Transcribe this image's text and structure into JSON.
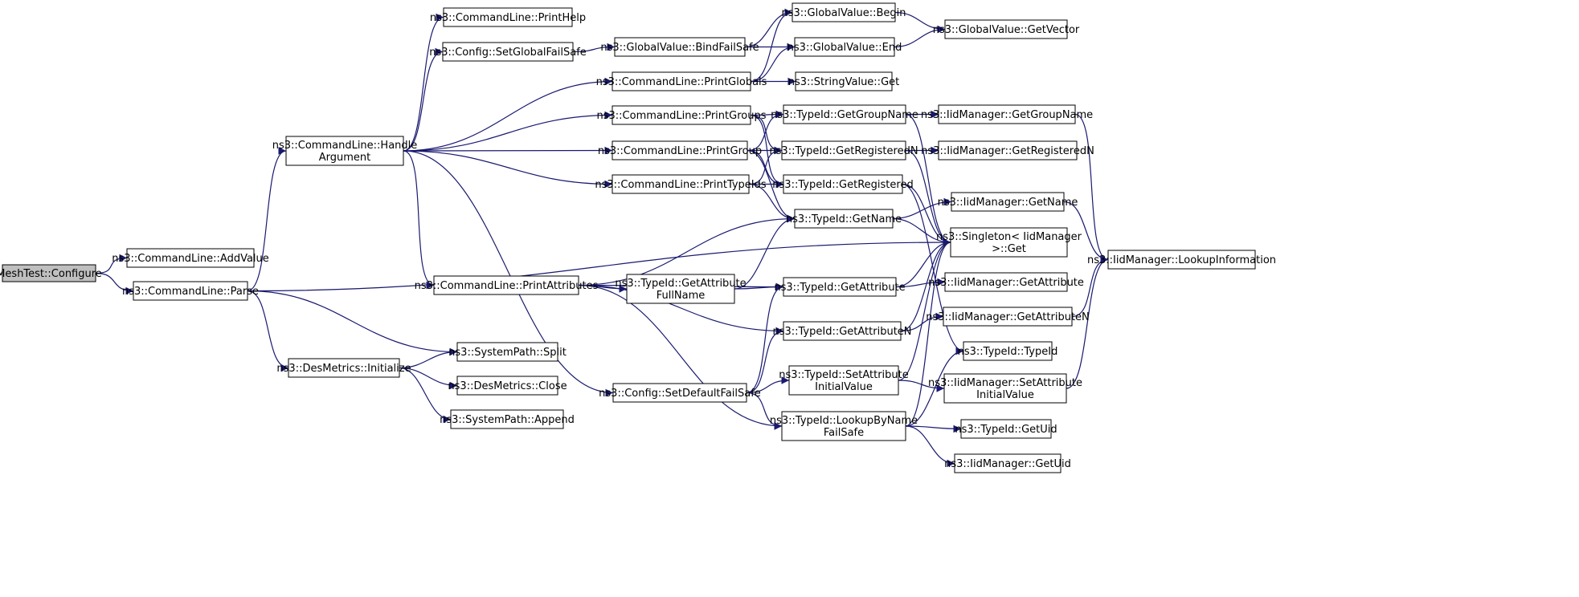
{
  "diagram": {
    "colors": {
      "edge": "#191970",
      "root_fill": "#bfbfbf",
      "node_fill": "#ffffff",
      "border": "#000000"
    },
    "nodes": [
      {
        "id": "root",
        "lines": [
          "MeshTest::Configure"
        ]
      },
      {
        "id": "addvalue",
        "lines": [
          "ns3::CommandLine::AddValue"
        ]
      },
      {
        "id": "parse",
        "lines": [
          "ns3::CommandLine::Parse"
        ]
      },
      {
        "id": "handlearg",
        "lines": [
          "ns3::CommandLine::Handle",
          "Argument"
        ]
      },
      {
        "id": "desinit",
        "lines": [
          "ns3::DesMetrics::Initialize"
        ]
      },
      {
        "id": "printhelp",
        "lines": [
          "ns3::CommandLine::PrintHelp"
        ]
      },
      {
        "id": "setglobalfs",
        "lines": [
          "ns3::Config::SetGlobalFailSafe"
        ]
      },
      {
        "id": "printattrs",
        "lines": [
          "ns3::CommandLine::PrintAttributes"
        ]
      },
      {
        "id": "split",
        "lines": [
          "ns3::SystemPath::Split"
        ]
      },
      {
        "id": "desclose",
        "lines": [
          "ns3::DesMetrics::Close"
        ]
      },
      {
        "id": "append",
        "lines": [
          "ns3::SystemPath::Append"
        ]
      },
      {
        "id": "bindfs",
        "lines": [
          "ns3::GlobalValue::BindFailSafe"
        ]
      },
      {
        "id": "printglobals",
        "lines": [
          "ns3::CommandLine::PrintGlobals"
        ]
      },
      {
        "id": "printgroups",
        "lines": [
          "ns3::CommandLine::PrintGroups"
        ]
      },
      {
        "id": "printgroup",
        "lines": [
          "ns3::CommandLine::PrintGroup"
        ]
      },
      {
        "id": "printtypeids",
        "lines": [
          "ns3::CommandLine::PrintTypeIds"
        ]
      },
      {
        "id": "getattrfull",
        "lines": [
          "ns3::TypeId::GetAttribute",
          "FullName"
        ]
      },
      {
        "id": "setdefaultfs",
        "lines": [
          "ns3::Config::SetDefaultFailSafe"
        ]
      },
      {
        "id": "gvbegin",
        "lines": [
          "ns3::GlobalValue::Begin"
        ]
      },
      {
        "id": "gvend",
        "lines": [
          "ns3::GlobalValue::End"
        ]
      },
      {
        "id": "svget",
        "lines": [
          "ns3::StringValue::Get"
        ]
      },
      {
        "id": "getgroupname",
        "lines": [
          "ns3::TypeId::GetGroupName"
        ]
      },
      {
        "id": "getregn",
        "lines": [
          "ns3::TypeId::GetRegisteredN"
        ]
      },
      {
        "id": "getreg",
        "lines": [
          "ns3::TypeId::GetRegistered"
        ]
      },
      {
        "id": "getname",
        "lines": [
          "ns3::TypeId::GetName"
        ]
      },
      {
        "id": "getattr",
        "lines": [
          "ns3::TypeId::GetAttribute"
        ]
      },
      {
        "id": "getattrn",
        "lines": [
          "ns3::TypeId::GetAttributeN"
        ]
      },
      {
        "id": "setattrinit",
        "lines": [
          "ns3::TypeId::SetAttribute",
          "InitialValue"
        ]
      },
      {
        "id": "lookupfs",
        "lines": [
          "ns3::TypeId::LookupByName",
          "FailSafe"
        ]
      },
      {
        "id": "gvgetvector",
        "lines": [
          "ns3::GlobalValue::GetVector"
        ]
      },
      {
        "id": "iid_getgroupname",
        "lines": [
          "ns3::IidManager::GetGroupName"
        ]
      },
      {
        "id": "iid_getregn",
        "lines": [
          "ns3::IidManager::GetRegisteredN"
        ]
      },
      {
        "id": "iid_getname",
        "lines": [
          "ns3::IidManager::GetName"
        ]
      },
      {
        "id": "singleton",
        "lines": [
          "ns3::Singleton< IidManager",
          ">::Get"
        ]
      },
      {
        "id": "iid_getattr",
        "lines": [
          "ns3::IidManager::GetAttribute"
        ]
      },
      {
        "id": "iid_getattrn",
        "lines": [
          "ns3::IidManager::GetAttributeN"
        ]
      },
      {
        "id": "typeid_ctor",
        "lines": [
          "ns3::TypeId::TypeId"
        ]
      },
      {
        "id": "iid_setattrinit",
        "lines": [
          "ns3::IidManager::SetAttribute",
          "InitialValue"
        ]
      },
      {
        "id": "getuid",
        "lines": [
          "ns3::TypeId::GetUid"
        ]
      },
      {
        "id": "iid_getuid",
        "lines": [
          "ns3::IidManager::GetUid"
        ]
      },
      {
        "id": "lookupinfo",
        "lines": [
          "ns3::IidManager::LookupInformation"
        ]
      }
    ],
    "edges": [
      [
        "root",
        "addvalue"
      ],
      [
        "root",
        "parse"
      ],
      [
        "parse",
        "handlearg"
      ],
      [
        "parse",
        "desinit"
      ],
      [
        "parse",
        "split"
      ],
      [
        "parse",
        "singleton"
      ],
      [
        "handlearg",
        "printhelp"
      ],
      [
        "handlearg",
        "setglobalfs"
      ],
      [
        "handlearg",
        "printglobals"
      ],
      [
        "handlearg",
        "printgroups"
      ],
      [
        "handlearg",
        "printgroup"
      ],
      [
        "handlearg",
        "printtypeids"
      ],
      [
        "handlearg",
        "printattrs"
      ],
      [
        "handlearg",
        "setdefaultfs"
      ],
      [
        "desinit",
        "split"
      ],
      [
        "desinit",
        "desclose"
      ],
      [
        "desinit",
        "append"
      ],
      [
        "setglobalfs",
        "bindfs"
      ],
      [
        "bindfs",
        "gvbegin"
      ],
      [
        "bindfs",
        "gvend"
      ],
      [
        "printglobals",
        "gvbegin"
      ],
      [
        "printglobals",
        "gvend"
      ],
      [
        "printglobals",
        "svget"
      ],
      [
        "gvbegin",
        "gvgetvector"
      ],
      [
        "gvend",
        "gvgetvector"
      ],
      [
        "printgroups",
        "getgroupname"
      ],
      [
        "printgroups",
        "getregn"
      ],
      [
        "printgroups",
        "getreg"
      ],
      [
        "printgroup",
        "getgroupname"
      ],
      [
        "printgroup",
        "getregn"
      ],
      [
        "printgroup",
        "getreg"
      ],
      [
        "printgroup",
        "getname"
      ],
      [
        "printtypeids",
        "getregn"
      ],
      [
        "printtypeids",
        "getreg"
      ],
      [
        "printtypeids",
        "getname"
      ],
      [
        "printattrs",
        "getname"
      ],
      [
        "printattrs",
        "getattrfull"
      ],
      [
        "printattrs",
        "getattr"
      ],
      [
        "printattrs",
        "getattrn"
      ],
      [
        "printattrs",
        "lookupfs"
      ],
      [
        "getattrfull",
        "getname"
      ],
      [
        "getattrfull",
        "getattr"
      ],
      [
        "setdefaultfs",
        "getattr"
      ],
      [
        "setdefaultfs",
        "getattrn"
      ],
      [
        "setdefaultfs",
        "setattrinit"
      ],
      [
        "setdefaultfs",
        "lookupfs"
      ],
      [
        "getgroupname",
        "iid_getgroupname"
      ],
      [
        "getgroupname",
        "singleton"
      ],
      [
        "getregn",
        "iid_getregn"
      ],
      [
        "getregn",
        "singleton"
      ],
      [
        "getreg",
        "singleton"
      ],
      [
        "getreg",
        "typeid_ctor"
      ],
      [
        "getname",
        "iid_getname"
      ],
      [
        "getname",
        "singleton"
      ],
      [
        "getattr",
        "iid_getattr"
      ],
      [
        "getattr",
        "singleton"
      ],
      [
        "getattrn",
        "iid_getattrn"
      ],
      [
        "getattrn",
        "singleton"
      ],
      [
        "setattrinit",
        "iid_setattrinit"
      ],
      [
        "setattrinit",
        "singleton"
      ],
      [
        "lookupfs",
        "singleton"
      ],
      [
        "lookupfs",
        "typeid_ctor"
      ],
      [
        "lookupfs",
        "getuid"
      ],
      [
        "lookupfs",
        "iid_getuid"
      ],
      [
        "iid_getgroupname",
        "lookupinfo"
      ],
      [
        "iid_getname",
        "lookupinfo"
      ],
      [
        "iid_getattrn",
        "lookupinfo"
      ],
      [
        "iid_setattrinit",
        "lookupinfo"
      ]
    ]
  }
}
